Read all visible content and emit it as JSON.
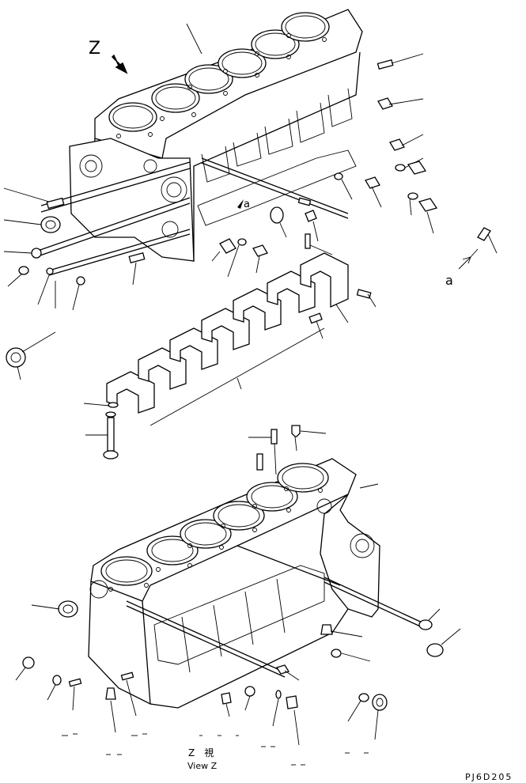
{
  "diagram": {
    "view_letter_top": "Z",
    "view_arrow_label": "a",
    "detail_pointer_label": "a",
    "view_caption_jp": "Z　視",
    "view_caption_en": "View Z",
    "drawing_code": "PJ6D205"
  }
}
